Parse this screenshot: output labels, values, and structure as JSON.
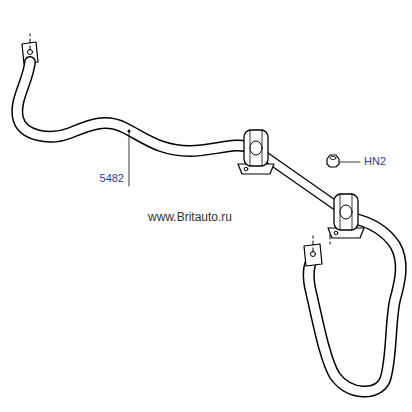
{
  "diagram": {
    "labels": [
      "5482",
      "HN2",
      "www.Britauto.ru"
    ]
  }
}
